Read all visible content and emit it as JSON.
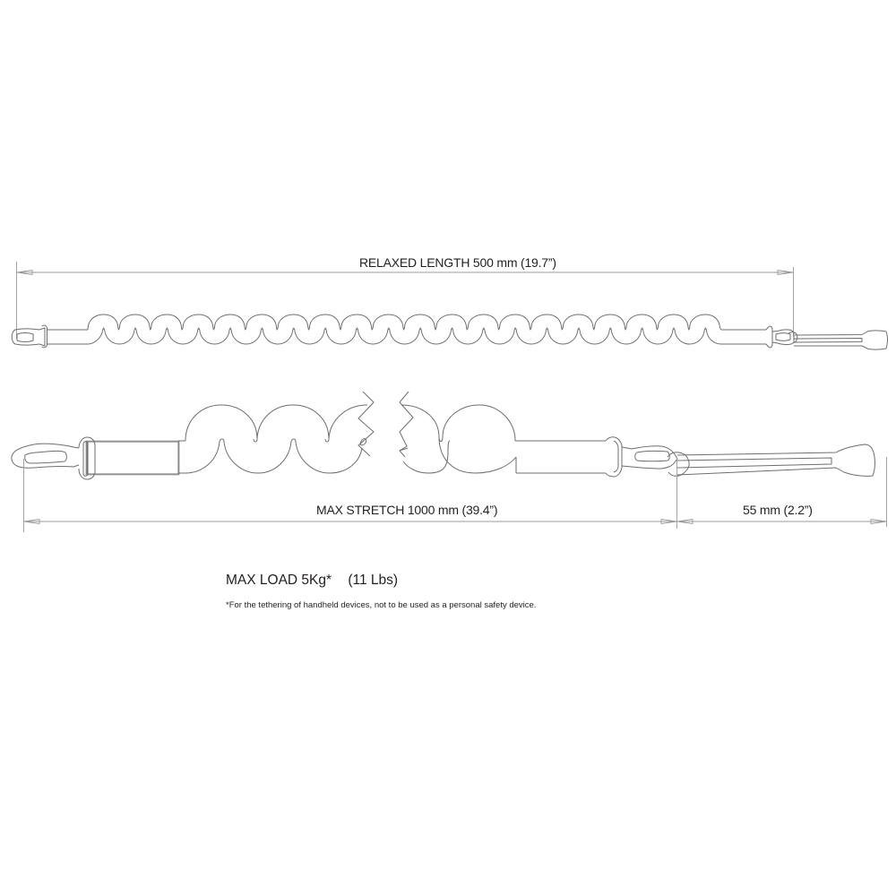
{
  "diagram": {
    "relaxed_length": {
      "label": "RELAXED LENGTH 500 mm (19.7”)"
    },
    "max_stretch": {
      "label": "MAX STRETCH 1000 mm (39.4”)"
    },
    "handle_length": {
      "label": "55 mm (2.2”)"
    },
    "max_load": {
      "main": "MAX LOAD 5Kg*",
      "imperial": "(11 Lbs)"
    },
    "footnote": "*For the tethering of handheld devices, not to be used as a personal safety device.",
    "top_strap": {
      "loop_count": 20
    },
    "colors": {
      "line": "#6d6e71",
      "dimension_line": "#9a9b9e",
      "text": "#231f20",
      "background": "#ffffff"
    }
  }
}
